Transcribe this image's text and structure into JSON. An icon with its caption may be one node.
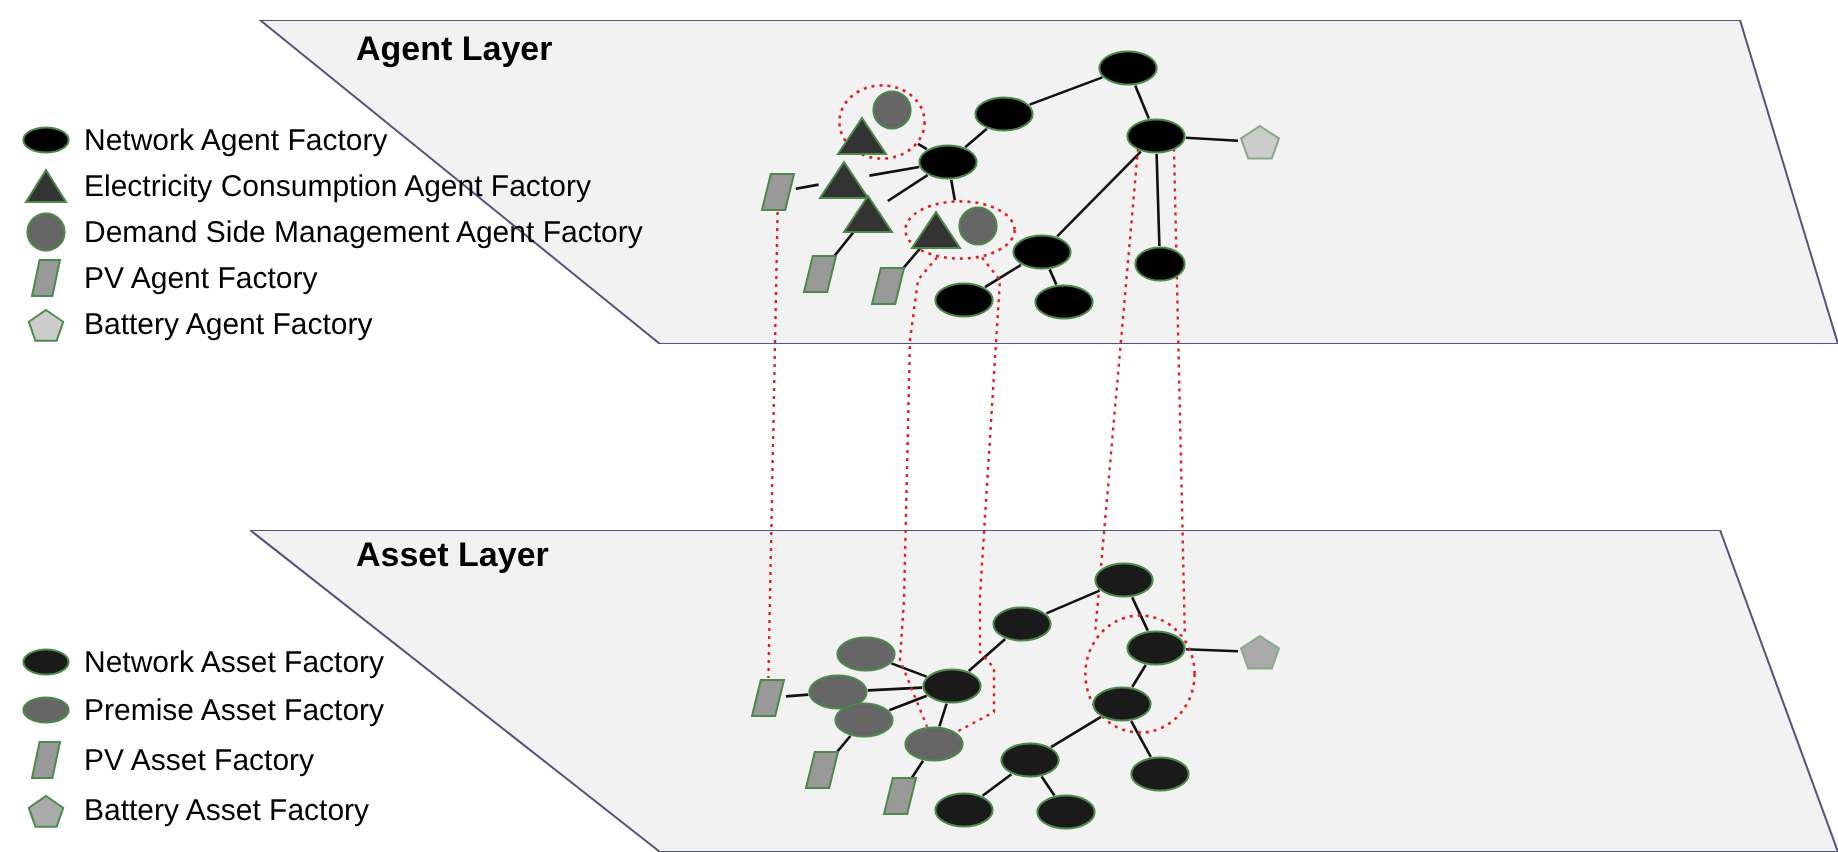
{
  "diagram": {
    "nodes": [
      {
        "text": [
          "Agent Layer"
        ]
      },
      {
        "text": [],
        "shape": "ellipse",
        "in": 0
      },
      {
        "text": [],
        "shape": "ellipse",
        "in": 0
      },
      {
        "text": [],
        "shape": "circle",
        "in": 2
      },
      {
        "text": [],
        "shape": "triangle",
        "in": 2
      },
      {
        "text": [],
        "shape": "ellipse",
        "in": 0
      },
      {
        "text": [],
        "shape": "ellipse",
        "in": 0
      },
      {
        "text": [],
        "shape": "pentagon",
        "in": 0
      },
      {
        "text": [],
        "shape": "ellipse",
        "in": 0
      },
      {
        "text": [],
        "shape": "triangle",
        "in": 0
      },
      {
        "text": [],
        "shape": "parallelogram",
        "in": 0
      },
      {
        "text": [],
        "shape": "triangle",
        "in": 0
      },
      {
        "text": [],
        "shape": "ellipse",
        "in": 0
      },
      {
        "text": [],
        "shape": "triangle",
        "in": 12
      },
      {
        "text": [],
        "shape": "circle",
        "in": 12
      },
      {
        "text": [],
        "shape": "ellipse",
        "in": 0
      },
      {
        "text": [],
        "shape": "ellipse",
        "in": 0
      },
      {
        "text": [],
        "shape": "parallelogram",
        "in": 0
      },
      {
        "text": [],
        "shape": "parallelogram",
        "in": 0
      },
      {
        "text": [],
        "shape": "ellipse",
        "in": 0
      },
      {
        "text": [],
        "shape": "ellipse",
        "in": 0
      },
      {
        "text": [
          "Asset Layer"
        ]
      },
      {
        "text": [],
        "shape": "ellipse",
        "in": 21
      },
      {
        "text": [],
        "shape": "ellipse",
        "in": 21
      },
      {
        "text": [],
        "shape": "ellipse",
        "in": 21
      },
      {
        "text": [],
        "shape": "ellipse",
        "in": 24
      },
      {
        "text": [],
        "shape": "ellipse",
        "in": 24
      },
      {
        "text": [],
        "shape": "pentagon",
        "in": 21
      },
      {
        "text": [],
        "shape": "ellipse",
        "in": 21
      },
      {
        "text": [],
        "shape": "ellipse",
        "in": 21
      },
      {
        "text": [],
        "shape": "ellipse",
        "in": 21
      },
      {
        "text": [],
        "shape": "parallelogram",
        "in": 21
      },
      {
        "text": [],
        "shape": "ellipse",
        "in": 21
      },
      {
        "text": [],
        "shape": "ellipse",
        "in": 21
      },
      {
        "text": [],
        "shape": "ellipse",
        "in": 21
      },
      {
        "text": [],
        "shape": "ellipse",
        "in": 21
      },
      {
        "text": [],
        "shape": "parallelogram",
        "in": 21
      },
      {
        "text": [],
        "shape": "parallelogram",
        "in": 21
      },
      {
        "text": [],
        "shape": "ellipse",
        "in": 21
      },
      {
        "text": [],
        "shape": "ellipse",
        "in": 21
      }
    ],
    "edges": [
      {
        "from": 1,
        "to": 5,
        "arrow": "none"
      },
      {
        "from": 1,
        "to": 6,
        "arrow": "none"
      },
      {
        "from": 5,
        "to": 8,
        "arrow": "none"
      },
      {
        "from": 8,
        "to": 2,
        "arrow": "none"
      },
      {
        "from": 8,
        "to": 12,
        "arrow": "none"
      },
      {
        "from": 8,
        "to": 9,
        "arrow": "none"
      },
      {
        "from": 8,
        "to": 11,
        "arrow": "none"
      },
      {
        "from": 6,
        "to": 7,
        "arrow": "none"
      },
      {
        "from": 6,
        "to": 15,
        "arrow": "none"
      },
      {
        "from": 6,
        "to": 16,
        "arrow": "none"
      },
      {
        "from": 15,
        "to": 19,
        "arrow": "none"
      },
      {
        "from": 15,
        "to": 20,
        "arrow": "none"
      },
      {
        "from": 9,
        "to": 10,
        "arrow": "none"
      },
      {
        "from": 11,
        "to": 17,
        "arrow": "none"
      },
      {
        "from": 13,
        "to": 18,
        "arrow": "none"
      },
      {
        "from": 22,
        "to": 23,
        "arrow": "none"
      },
      {
        "from": 22,
        "to": 25,
        "arrow": "none"
      },
      {
        "from": 23,
        "to": 29,
        "arrow": "none"
      },
      {
        "from": 29,
        "to": 28,
        "arrow": "none"
      },
      {
        "from": 29,
        "to": 30,
        "arrow": "none"
      },
      {
        "from": 29,
        "to": 32,
        "arrow": "none"
      },
      {
        "from": 29,
        "to": 33,
        "arrow": "none"
      },
      {
        "from": 25,
        "to": 27,
        "arrow": "none"
      },
      {
        "from": 25,
        "to": 26,
        "arrow": "none"
      },
      {
        "from": 26,
        "to": 35,
        "arrow": "none"
      },
      {
        "from": 26,
        "to": 34,
        "arrow": "none"
      },
      {
        "from": 34,
        "to": 38,
        "arrow": "none"
      },
      {
        "from": 34,
        "to": 39,
        "arrow": "none"
      },
      {
        "from": 30,
        "to": 31,
        "arrow": "none"
      },
      {
        "from": 32,
        "to": 36,
        "arrow": "none"
      },
      {
        "from": 33,
        "to": 37,
        "arrow": "none"
      },
      {
        "from": 10,
        "to": 31,
        "arrow": "none",
        "style": "dashed",
        "color": "#e02020"
      },
      {
        "from": 12,
        "to": 33,
        "arrow": "none",
        "style": "dashed",
        "color": "#e02020"
      },
      {
        "from": 12,
        "to": 33,
        "arrow": "none",
        "style": "dashed",
        "color": "#e02020"
      },
      {
        "from": 6,
        "to": 24,
        "arrow": "none",
        "style": "dashed",
        "color": "#e02020"
      },
      {
        "from": 6,
        "to": 24,
        "arrow": "none",
        "style": "dashed",
        "color": "#e02020"
      }
    ],
    "legend": [
      {
        "text": "Network Agent Factory"
      },
      {
        "text": "Electricity Consumption Agent Factory"
      },
      {
        "text": "Demand Side Management Agent Factory"
      },
      {
        "text": "PV Agent Factory"
      },
      {
        "text": "Battery Agent Factory"
      },
      {
        "text": "Network Asset Factory"
      },
      {
        "text": "Premise Asset Factory"
      },
      {
        "text": "PV Asset Factory"
      },
      {
        "text": "Battery Asset Factory"
      }
    ]
  }
}
